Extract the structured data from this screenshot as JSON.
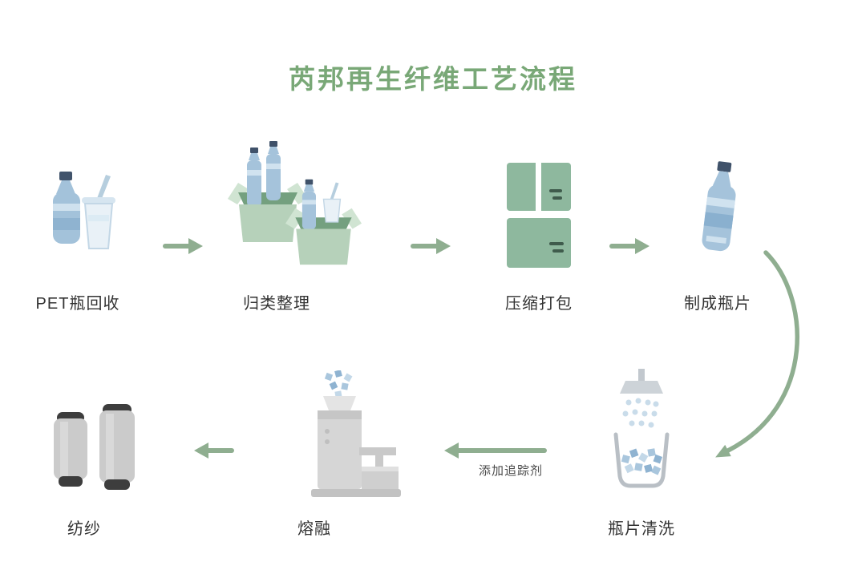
{
  "title": "芮邦再生纤维工艺流程",
  "steps": [
    {
      "id": "pet-recycle",
      "label": "PET瓶回收",
      "icon": "pet-bottles-icon"
    },
    {
      "id": "sorting",
      "label": "归类整理",
      "icon": "boxes-icon"
    },
    {
      "id": "compress",
      "label": "压缩打包",
      "icon": "bales-icon"
    },
    {
      "id": "flakes",
      "label": "制成瓶片",
      "icon": "bottle-icon"
    },
    {
      "id": "washing",
      "label": "瓶片清洗",
      "icon": "shower-wash-icon"
    },
    {
      "id": "melting",
      "label": "熔融",
      "icon": "melting-machine-icon"
    },
    {
      "id": "spinning",
      "label": "纺纱",
      "icon": "yarn-spools-icon"
    }
  ],
  "annotations": {
    "tracer_note": "添加追踪剂"
  },
  "colors": {
    "title_green": "#79a877",
    "arrow_green": "#8fae90",
    "box_green": "#b6d1ba",
    "bale_green": "#8eb89e",
    "bottle_blue": "#a5c3db",
    "machine_gray": "#d6d6d6",
    "label_text": "#333333"
  }
}
